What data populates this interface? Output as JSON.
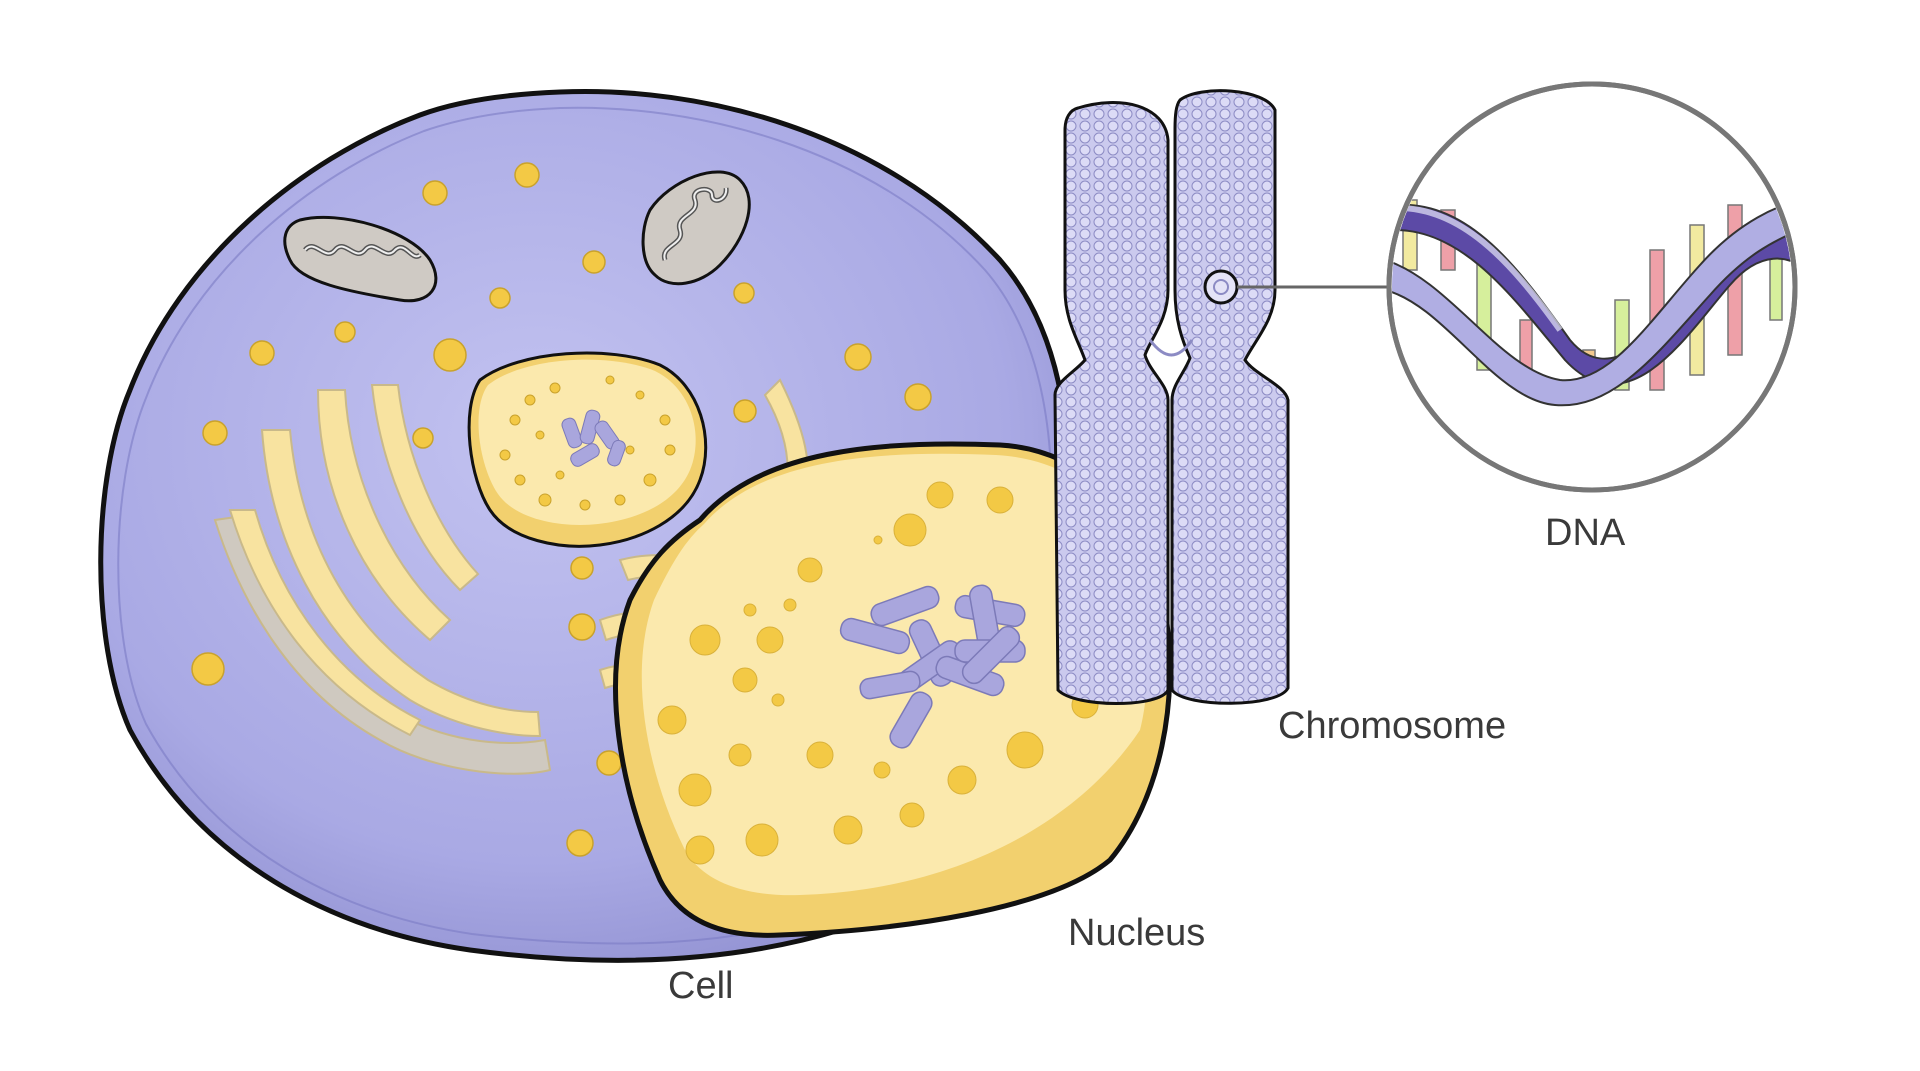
{
  "labels": {
    "cell": "Cell",
    "nucleus": "Nucleus",
    "chromosome": "Chromosome",
    "dna": "DNA"
  },
  "colors": {
    "cell_fill": "#9f9fdc",
    "cell_inner": "#b7b7ea",
    "outline": "#111111",
    "nucleus_fill": "#fbe9ad",
    "nucleus_shadow": "#f2d06e",
    "granule": "#f3c945",
    "golgi": "#f8e3a0",
    "organelle_gray": "#cfcac4",
    "chromosome_fill": "#c9c8ec",
    "dna_backbone": "#a8a6dd",
    "dna_base_pink": "#eea0a8",
    "dna_base_yellow": "#f2eaa0",
    "dna_base_green": "#d6ef9c",
    "dna_base_orange": "#f3c98e"
  }
}
